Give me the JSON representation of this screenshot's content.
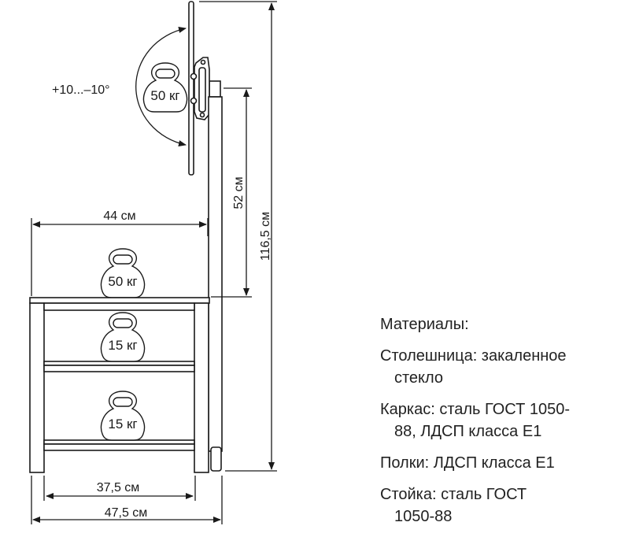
{
  "dimensions": {
    "tilt": "+10...–10°",
    "tv_weight": "50 кг",
    "height_total": "116,5 см",
    "pole_height": "52 см",
    "top_width": "44 см",
    "top_weight": "50 кг",
    "shelf1_weight": "15 кг",
    "shelf2_weight": "15 кг",
    "inner_width": "37,5 см",
    "outer_width": "47,5 см"
  },
  "materials": {
    "title": "Материалы:",
    "items": [
      {
        "line1": "Столешница: закаленное",
        "line2": "стекло"
      },
      {
        "line1": "Каркас: сталь ГОСТ 1050-",
        "line2": "88, ЛДСП класса Е1"
      },
      {
        "line1": "Полки: ЛДСП класса Е1",
        "line2": ""
      },
      {
        "line1": "Стойка: сталь ГОСТ",
        "line2": "1050-88"
      }
    ]
  }
}
